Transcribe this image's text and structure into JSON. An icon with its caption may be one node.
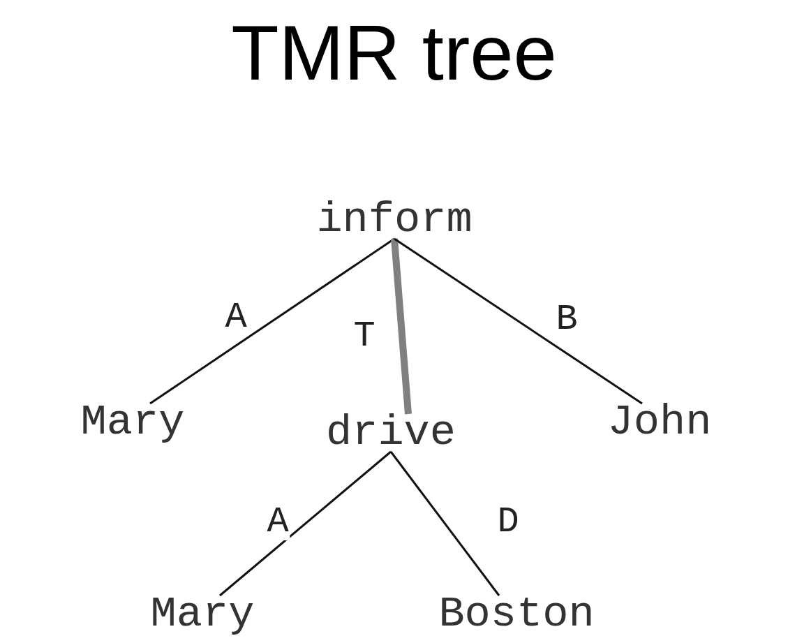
{
  "diagram": {
    "title": "TMR tree",
    "nodes": [
      {
        "text": [
          "inform"
        ]
      },
      {
        "text": [
          "Mary"
        ]
      },
      {
        "text": [
          "drive"
        ]
      },
      {
        "text": [
          "John"
        ]
      },
      {
        "text": [
          "Mary"
        ]
      },
      {
        "text": [
          "Boston"
        ]
      }
    ],
    "edges": [
      {
        "from": 0,
        "to": 1,
        "arrow": "none",
        "label": "A"
      },
      {
        "from": 0,
        "to": 2,
        "arrow": "none",
        "label": "T",
        "style": "thick",
        "color": "#808080"
      },
      {
        "from": 0,
        "to": 3,
        "arrow": "none",
        "label": "B"
      },
      {
        "from": 2,
        "to": 4,
        "arrow": "none",
        "label": "A"
      },
      {
        "from": 2,
        "to": 5,
        "arrow": "none",
        "label": "D"
      }
    ]
  }
}
